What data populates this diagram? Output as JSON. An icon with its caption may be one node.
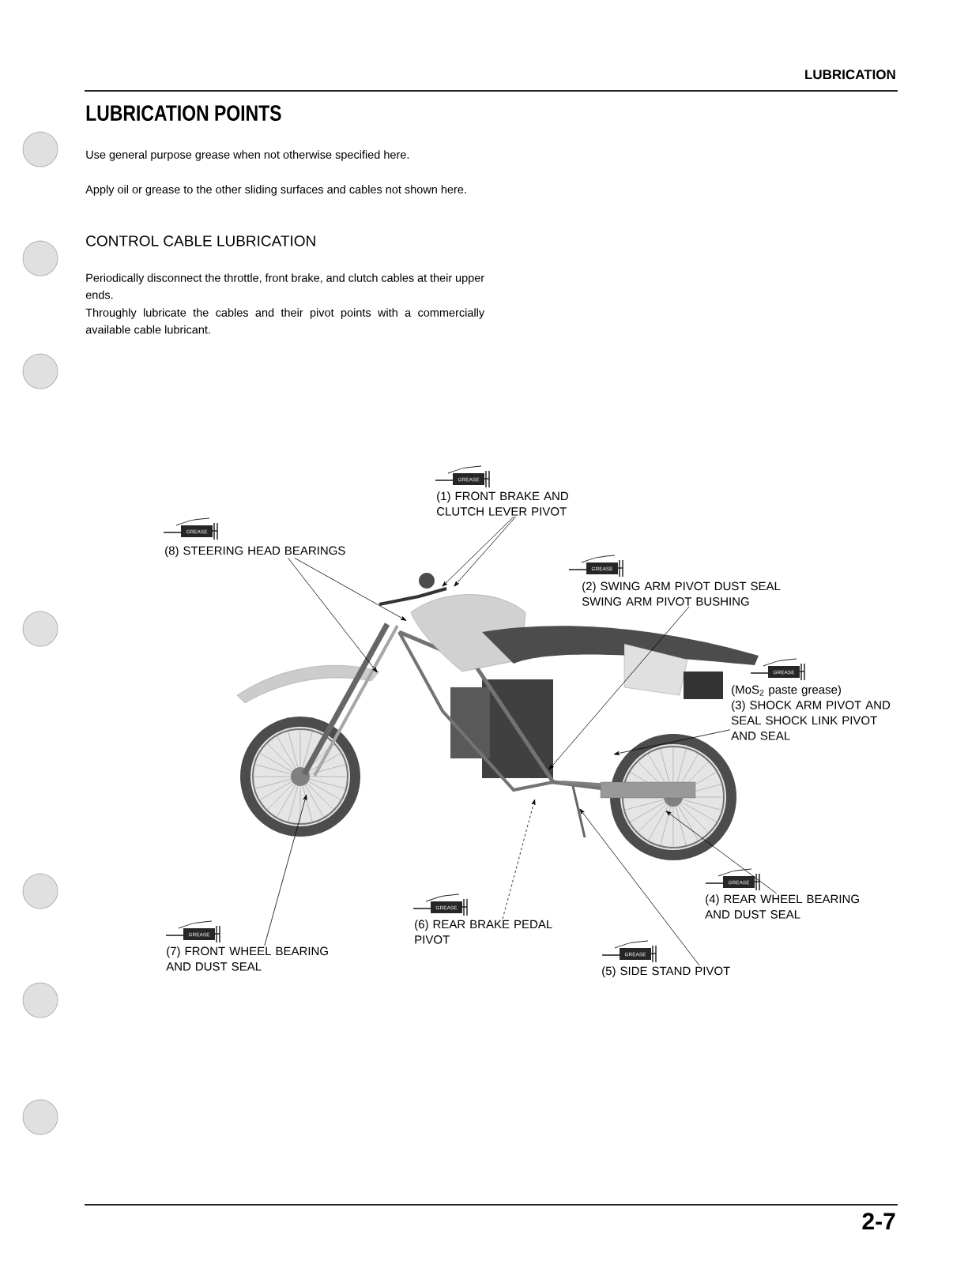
{
  "diagram": {
    "title": "LUBRICATION POINTS",
    "nodes": [
      {
        "text": [
          "(1) FRONT BRAKE AND CLUTCH LEVER PIVOT"
        ]
      },
      {
        "text": [
          "(8) STEERING HEAD BEARINGS"
        ]
      },
      {
        "text": [
          "(2) SWING ARM PIVOT DUST SEAL SWING ARM PIVOT BUSHING"
        ]
      },
      {
        "text": [
          "(MoS$_{2}$ paste grease)",
          "(3) SHOCK ARM PIVOT AND SEAL SHOCK LINK PIVOT AND SEAL"
        ]
      },
      {
        "text": [
          "(4) REAR WHEEL BEARING AND DUST SEAL"
        ]
      },
      {
        "text": [
          "(6) REAR BRAKE PEDAL PIVOT"
        ]
      },
      {
        "text": [
          "(7) FRONT WHEEL BEARING AND DUST SEAL"
        ]
      },
      {
        "text": [
          "(5) SIDE STAND PIVOT"
        ]
      }
    ],
    "edges": [
      {
        "from": 0,
        "to": null,
        "arrow": "to"
      },
      {
        "from": 0,
        "to": null,
        "arrow": "to"
      },
      {
        "from": 1,
        "to": null,
        "arrow": "to"
      },
      {
        "from": 1,
        "to": null,
        "arrow": "to"
      },
      {
        "from": 2,
        "to": null,
        "arrow": "to"
      },
      {
        "from": 3,
        "to": null,
        "arrow": "to"
      },
      {
        "from": 4,
        "to": null,
        "arrow": "to"
      },
      {
        "from": 5,
        "to": null,
        "arrow": "to",
        "style": "dashed"
      },
      {
        "from": 6,
        "to": null,
        "arrow": "to"
      },
      {
        "from": 7,
        "to": null,
        "arrow": "to"
      }
    ],
    "labels": [
      "LUBRICATION",
      "Use general purpose grease when not otherwise specified here.",
      "Apply oil or grease to the other sliding surfaces and cables not shown here.",
      "CONTROL CABLE LUBRICATION",
      "Periodically disconnect the throttle, front brake, and clutch cables at their upper ends.",
      "Throughly lubricate the cables and their pivot points with a commercially available cable lubricant.",
      "GREASE",
      "GREASE",
      "GREASE",
      "GREASE",
      "GREASE",
      "GREASE",
      "GREASE",
      "GREASE",
      "2-7"
    ]
  }
}
